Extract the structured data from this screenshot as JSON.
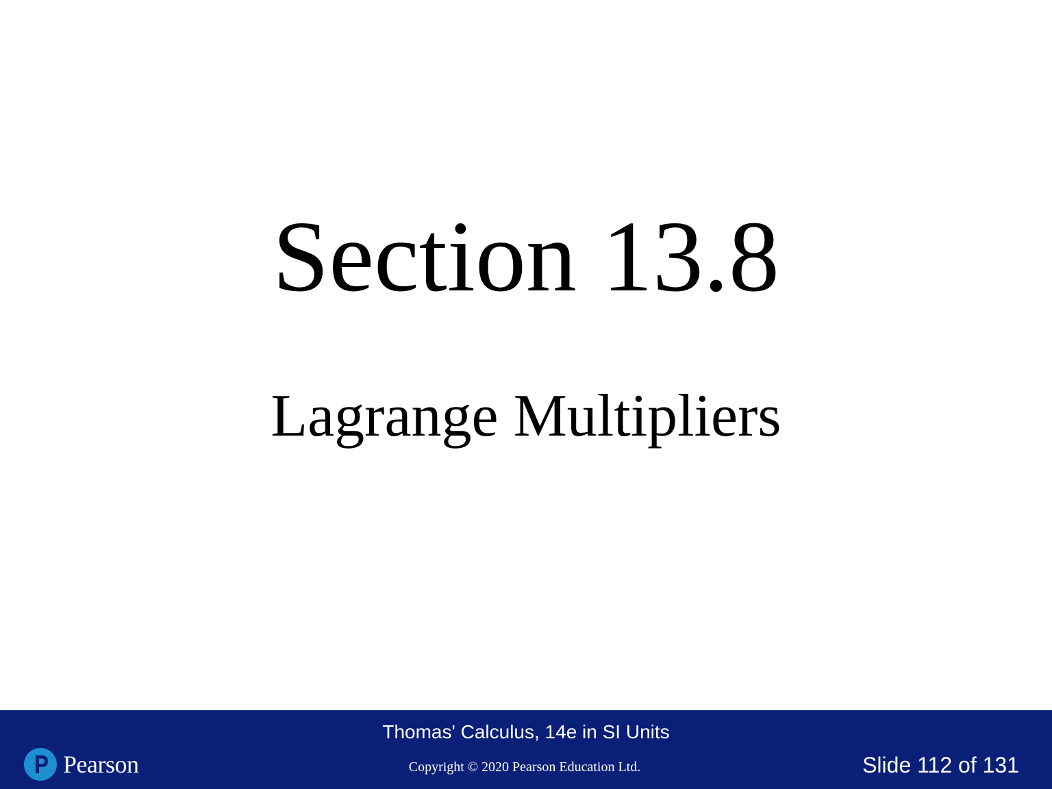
{
  "slide": {
    "title": "Section 13.8",
    "subtitle": "Lagrange Multipliers"
  },
  "footer": {
    "book_title": "Thomas' Calculus, 14e in SI Units",
    "copyright": "Copyright © 2020 Pearson Education Ltd.",
    "logo_text": "Pearson",
    "logo_icon": "pearson-p-icon",
    "slide_counter": "Slide 112 of 131",
    "background_color": "#0a1f77",
    "logo_color": "#1d8fd1"
  }
}
